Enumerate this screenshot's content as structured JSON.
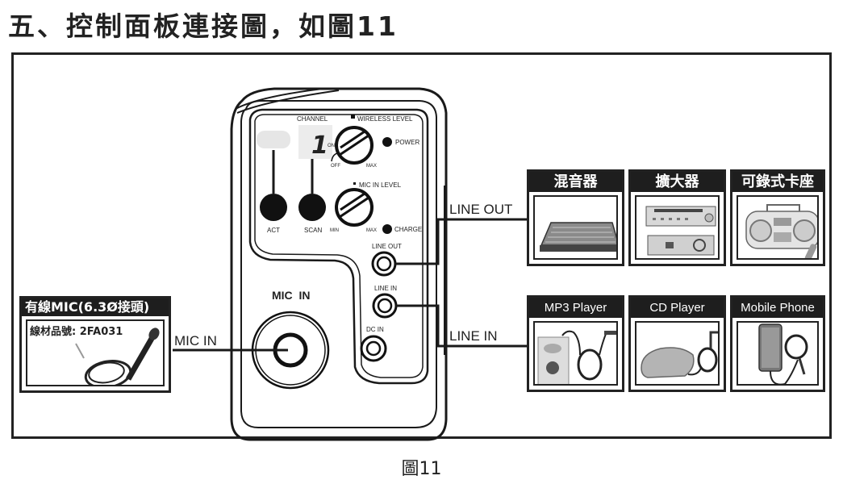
{
  "title": "五、控制面板連接圖，如圖11",
  "caption": "圖11",
  "panel": {
    "channel_label": "CHANNEL",
    "channel_value": "1",
    "wireless_level_label": "WIRELESS LEVEL",
    "power_label": "POWER",
    "on_label": "ON",
    "off_label": "OFF",
    "max_label": "MAX",
    "min_label": "MIN",
    "mic_in_level_label": "MIC IN LEVEL",
    "charge_label": "CHARGE",
    "act_label": "ACT",
    "scan_label": "SCAN",
    "line_out_label": "LINE OUT",
    "line_in_label": "LINE IN",
    "dc_in_label": "DC IN",
    "mic_in_label": "MIC  IN"
  },
  "connections": {
    "mic_in": "MIC IN",
    "line_out": "LINE OUT",
    "line_in": "LINE IN"
  },
  "mic_card": {
    "header": "有線MIC(6.3Ø接頭)",
    "part_number": "線材品號: 2FA031",
    "icon": "microphone-icon"
  },
  "output_devices": [
    {
      "label": "混音器",
      "icon": "mixer-icon"
    },
    {
      "label": "擴大器",
      "icon": "amplifier-icon"
    },
    {
      "label": "可錄式卡座",
      "icon": "boombox-icon"
    }
  ],
  "input_devices": [
    {
      "label": "MP3 Player",
      "icon": "mp3-player-icon"
    },
    {
      "label": "CD Player",
      "icon": "cd-player-icon"
    },
    {
      "label": "Mobile Phone",
      "icon": "mobile-phone-icon"
    }
  ]
}
